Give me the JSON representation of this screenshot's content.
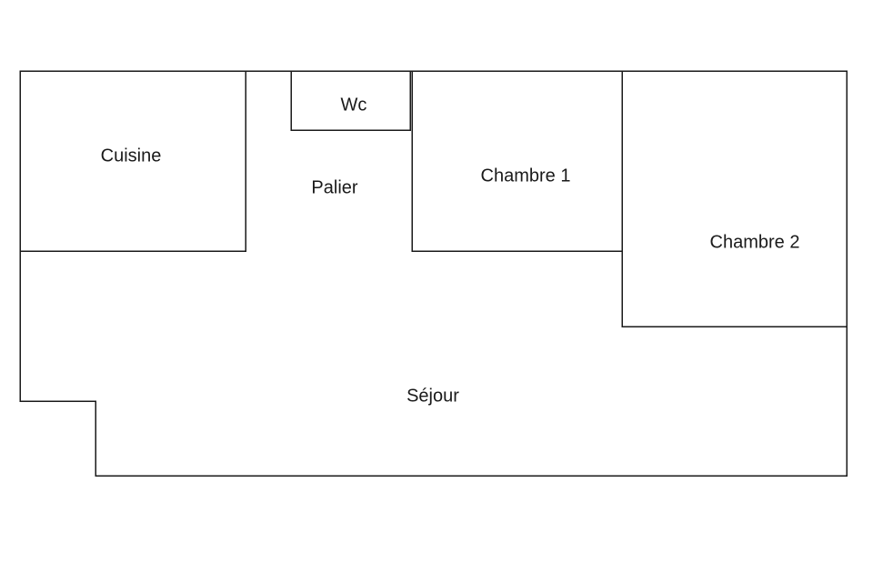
{
  "rooms": {
    "wc": "Wc",
    "cuisine": "Cuisine",
    "palier": "Palier",
    "chambre1": "Chambre 1",
    "chambre2": "Chambre 2",
    "sejour": "Séjour"
  }
}
